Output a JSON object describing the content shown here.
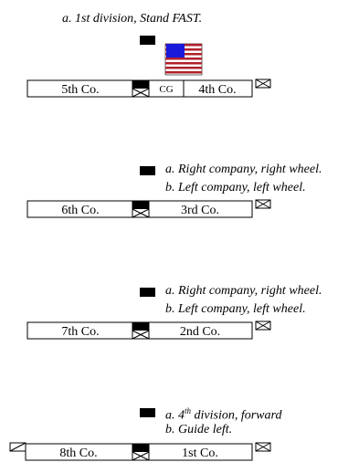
{
  "scenes": [
    {
      "commands": [
        "a. 1st division, Stand FAST."
      ],
      "companies": {
        "left": "5th Co.",
        "center": "CG",
        "right": "4th Co."
      }
    },
    {
      "commands": [
        "a. Right company, right wheel.",
        "b. Left company, left wheel."
      ],
      "companies": {
        "left": "6th Co.",
        "right": "3rd Co."
      }
    },
    {
      "commands": [
        "a. Right company, right wheel.",
        "b. Left company, left wheel."
      ],
      "companies": {
        "left": "7th Co.",
        "right": "2nd Co."
      }
    },
    {
      "commands": [
        "a. 4",
        "th",
        " division, forward",
        "b. Guide left."
      ],
      "companies": {
        "left": "8th Co.",
        "right": "1st Co."
      }
    }
  ],
  "colors": {
    "flag_blue": "#1a1adb",
    "flag_red": "#b0202a",
    "flag_white": "#ffffff",
    "ink": "#000000"
  },
  "icons": {
    "commander": "commander-marker",
    "guidon": "guidon-icon",
    "flag": "us-flag-icon"
  }
}
